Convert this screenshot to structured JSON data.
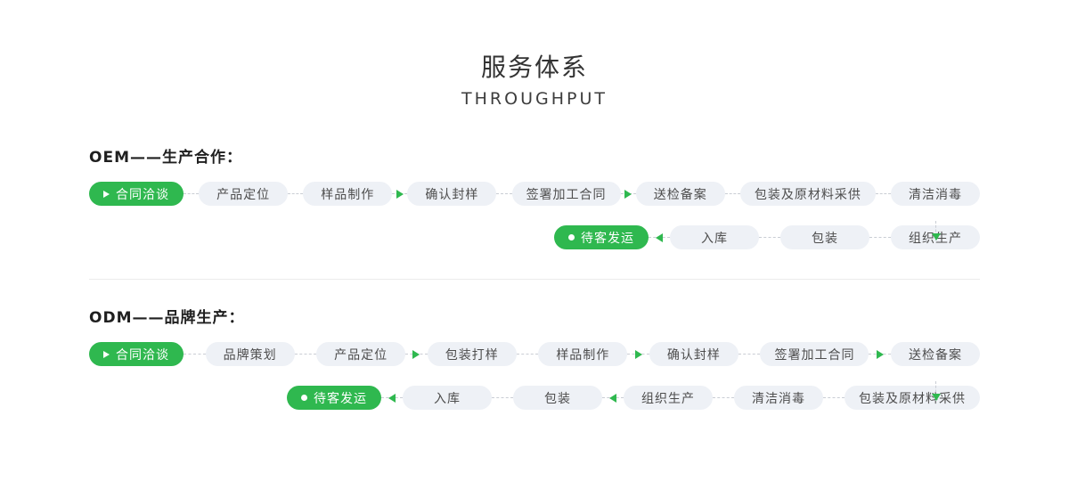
{
  "page": {
    "title": "服务体系",
    "subtitle": "THROUGHPUT"
  },
  "colors": {
    "accent_green": "#2fb84f",
    "pill_background": "#eef1f6",
    "text_dark": "#333333",
    "connector_gray": "#c9cdd4"
  },
  "icons": {
    "start_pill": "play-icon",
    "ship_pill": "dot-icon",
    "flow_arrow": "triangle-arrow"
  },
  "sections": [
    {
      "heading": "OEM——生产合作：",
      "row1": {
        "steps": [
          "合同洽谈",
          "产品定位",
          "样品制作",
          "确认封样",
          "签署加工合同",
          "送检备案",
          "包装及原材料采供",
          "清洁消毒"
        ]
      },
      "row2": {
        "steps": [
          "待客发运",
          "入库",
          "包装",
          "组织生产"
        ]
      }
    },
    {
      "heading": "ODM——品牌生产：",
      "row1": {
        "steps": [
          "合同洽谈",
          "品牌策划",
          "产品定位",
          "包装打样",
          "样品制作",
          "确认封样",
          "签署加工合同",
          "送检备案"
        ]
      },
      "row2": {
        "steps": [
          "待客发运",
          "入库",
          "包装",
          "组织生产",
          "清洁消毒",
          "包装及原材料采供"
        ]
      }
    }
  ]
}
